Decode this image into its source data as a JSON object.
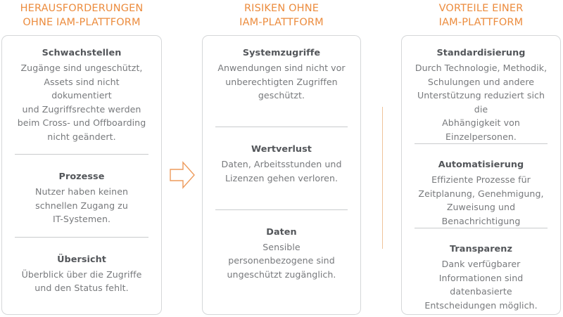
{
  "columns": [
    {
      "id": "challenges",
      "title": "HERAUSFORDERUNGEN\nOHNE IAM-PLATTFORM",
      "sections": [
        {
          "title": "Schwachstellen",
          "body": "Zugänge sind ungeschützt,\nAssets sind nicht dokumentiert\nund Zugriffsrechte werden\nbeim Cross- und Offboarding\nnicht geändert."
        },
        {
          "title": "Prozesse",
          "body": "Nutzer haben keinen\nschnellen Zugang zu\nIT-Systemen."
        },
        {
          "title": "Übersicht",
          "body": "Überblick über die Zugriffe\nund den Status fehlt."
        }
      ]
    },
    {
      "id": "risks",
      "title": "RISIKEN OHNE\nIAM-PLATTFORM",
      "sections": [
        {
          "title": "Systemzugriffe",
          "body": "Anwendungen sind nicht vor\nunberechtigten Zugriffen\ngeschützt."
        },
        {
          "title": "Wertverlust",
          "body": "Daten, Arbeitsstunden und\nLizenzen gehen verloren."
        },
        {
          "title": "Daten",
          "body": "Sensible\npersonenbezogene sind\nungeschützt zugänglich."
        }
      ]
    },
    {
      "id": "benefits",
      "title": "VORTEILE EINER\nIAM-PLATTFORM",
      "sections": [
        {
          "title": "Standardisierung",
          "body": "Durch Technologie, Methodik,\nSchulungen und andere\nUnterstützung reduziert sich die\nAbhängigkeit von\nEinzelpersonen."
        },
        {
          "title": "Automatisierung",
          "body": "Effiziente Prozesse für\nZeitplanung, Genehmigung,\nZuweisung und\nBenachrichtigung"
        },
        {
          "title": "Transparenz",
          "body": "Dank verfügbarer\nInformationen sind\ndatenbasierte\nEntscheidungen möglich."
        }
      ]
    }
  ],
  "connectors": {
    "arrow": "right-arrow-icon",
    "divider": "vertical-divider"
  },
  "colors": {
    "accent": "#ec8c3e",
    "accent_light": "#f0c39a",
    "card_border": "#d5d7d9",
    "section_divider": "#c9cbcd",
    "heading_text": "#53565a",
    "body_text": "#77797c",
    "background": "#ffffff"
  }
}
